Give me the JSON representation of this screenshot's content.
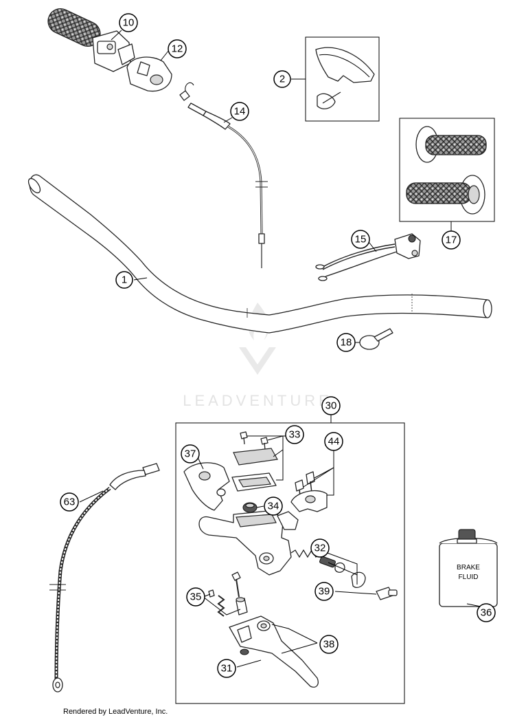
{
  "footer": {
    "text": "Rendered by LeadVenture, Inc."
  },
  "watermark": {
    "text": "LEADVENTURE"
  },
  "brake_fluid": {
    "line1": "BRAKE",
    "line2": "FLUID"
  },
  "callouts": {
    "c1": "1",
    "c2": "2",
    "c10": "10",
    "c12": "12",
    "c14": "14",
    "c15": "15",
    "c17": "17",
    "c18": "18",
    "c30": "30",
    "c31": "31",
    "c32": "32",
    "c33": "33",
    "c34": "34",
    "c35": "35",
    "c36": "36",
    "c37": "37",
    "c38": "38",
    "c39": "39",
    "c44": "44",
    "c63": "63"
  }
}
